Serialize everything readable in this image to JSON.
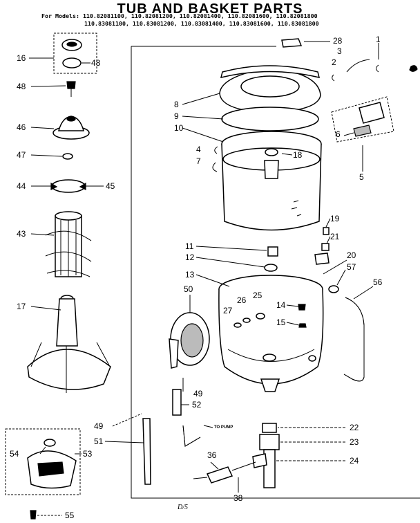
{
  "header": {
    "title": "TUB AND BASKET PARTS",
    "models_line1": "For Models: 110.82081100, 110.82081200, 110.82081400, 110.82081600, 110.82081800",
    "models_line2": "110.83081100, 110.83081200, 110.83081400, 110.83081600, 110.83081800"
  },
  "callouts": [
    "1",
    "2",
    "3",
    "4",
    "5",
    "6",
    "7",
    "8",
    "9",
    "10",
    "11",
    "12",
    "13",
    "14",
    "15",
    "16",
    "17",
    "18",
    "19",
    "20",
    "21",
    "22",
    "23",
    "24",
    "25",
    "26",
    "27",
    "28",
    "36",
    "38",
    "43",
    "44",
    "44",
    "45",
    "46",
    "47",
    "48",
    "49",
    "49",
    "50",
    "51",
    "52",
    "53",
    "54",
    "55",
    "56",
    "57"
  ],
  "annotations": {
    "to_pump": "TO PUMP",
    "page_number": "D/5"
  }
}
